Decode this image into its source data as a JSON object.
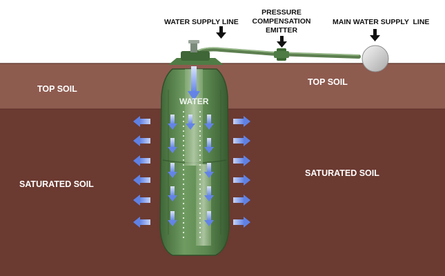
{
  "labels": {
    "water_supply_line": "WATER SUPPLY LINE",
    "pressure_emitter": [
      "PRESSURE",
      "COMPENSATION",
      "EMITTER"
    ],
    "main_water_supply_line": "MAIN WATER SUPPLY  LINE",
    "top_soil_left": "TOP SOIL",
    "top_soil_right": "TOP SOIL",
    "water": "WATER",
    "saturated_soil_left": "SATURATED SOIL",
    "saturated_soil_right": "SATURATED SOIL"
  },
  "colors": {
    "sky": "#ffffff",
    "top_soil": "#8e5b4f",
    "top_soil_edge": "#6c4339",
    "saturated_soil": "#6b3a31",
    "vessel": "#5e8a52",
    "vessel_dark": "#3f6637",
    "vessel_light": "#7ba56c",
    "pipe": "#6b8f5c",
    "arrow": "#6f8fe8",
    "arrow_light": "#b9c8f7",
    "valve_ball": "#d9d9d9"
  },
  "icons": {
    "callout_arrow": "down-arrow-icon",
    "flow_arrow": "flow-arrow-icon"
  }
}
